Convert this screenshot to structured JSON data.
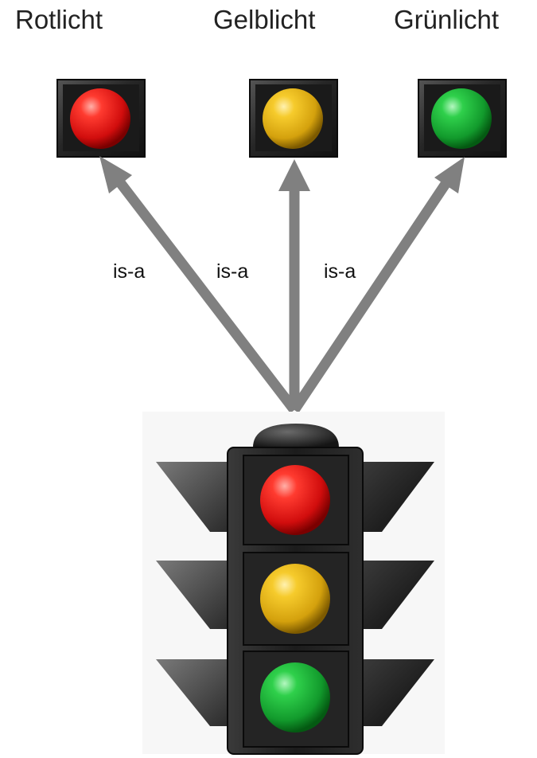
{
  "labels": {
    "red": "Rotlicht",
    "yellow": "Gelblicht",
    "green": "Grünlicht"
  },
  "relations": {
    "left": "is-a",
    "middle": "is-a",
    "right": "is-a"
  },
  "colors": {
    "red": "#e41b1b",
    "yellow": "#e4b516",
    "green": "#1fb33a",
    "arrow": "#7f7f7f",
    "housing": "#222222"
  }
}
